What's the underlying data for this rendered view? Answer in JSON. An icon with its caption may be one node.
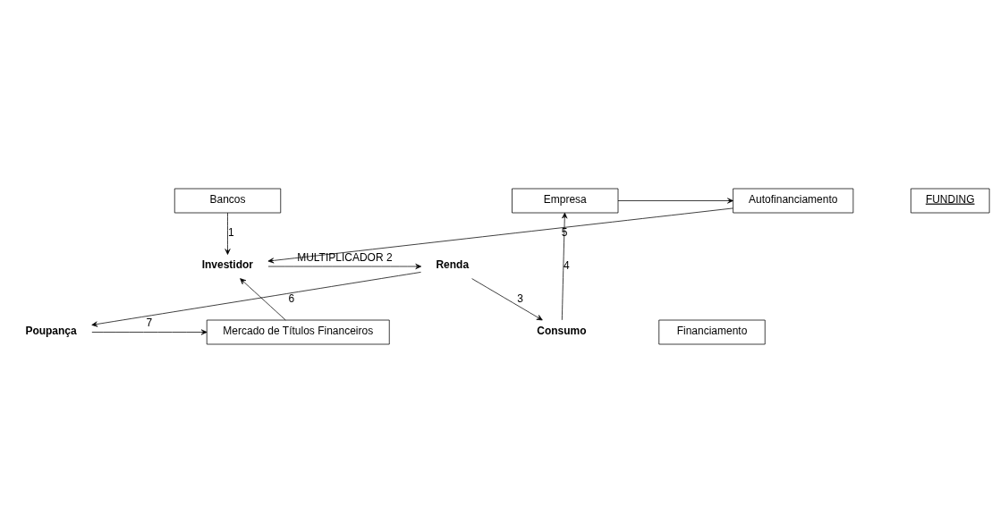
{
  "diagram": {
    "nodes": [
      {
        "text": [
          "Bancos"
        ]
      },
      {
        "text": [
          "Autofinanciamento"
        ]
      },
      {
        "text": [
          "Empresa"
        ]
      },
      {
        "text": [
          "Financiamento"
        ]
      },
      {
        "text": [
          "Consumo"
        ]
      },
      {
        "text": [
          "Investidor"
        ]
      },
      {
        "text": [
          "Renda"
        ]
      },
      {
        "text": [
          "FUNDING"
        ]
      },
      {
        "text": [
          "Mercado de Títulos Financeiros"
        ]
      },
      {
        "text": [
          "Poupança"
        ]
      }
    ],
    "edges": [
      {
        "from": 0,
        "to": 5,
        "arrow": "to",
        "label": "1"
      },
      {
        "from": 5,
        "to": 6,
        "arrow": "to",
        "label": "MULTIPLICADOR 2"
      },
      {
        "from": 6,
        "to": 4,
        "arrow": "to",
        "label": "3"
      },
      {
        "from": 4,
        "to": 2,
        "arrow": "to",
        "label": "4"
      },
      {
        "from": 2,
        "to": 1,
        "arrow": "to"
      },
      {
        "from": 1,
        "to": 5,
        "arrow": "to",
        "label": "5"
      },
      {
        "from": 6,
        "to": 9,
        "arrow": "to",
        "label": "6"
      },
      {
        "from": 9,
        "to": 8,
        "arrow": "to",
        "label": "7"
      },
      {
        "from": 8,
        "to": 5,
        "arrow": "to"
      }
    ]
  }
}
